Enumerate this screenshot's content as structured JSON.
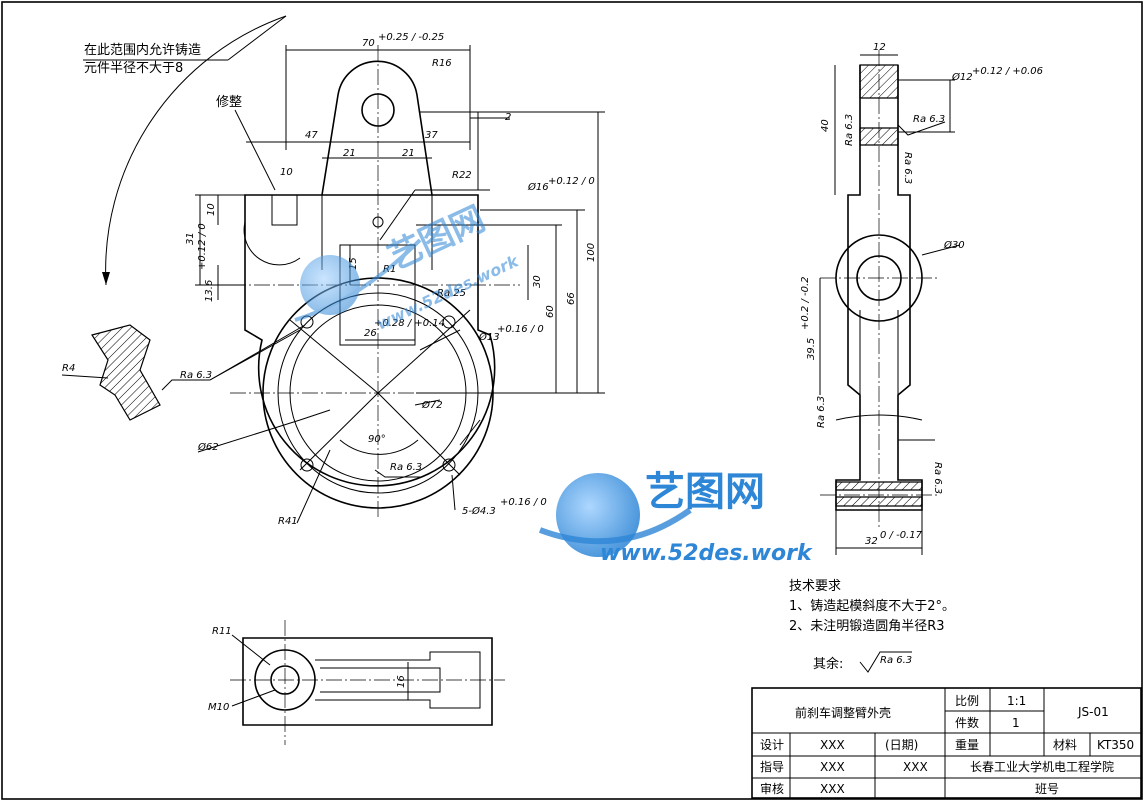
{
  "notes": {
    "cast_limit_line1": "在此范围内允许铸造",
    "cast_limit_line2": "元件半径不大于8",
    "trim": "修整"
  },
  "dims": {
    "top_width": "70",
    "top_width_tol": "+0.25 / -0.25",
    "r16": "R16",
    "d2": "2",
    "d47": "47",
    "d37": "37",
    "d21a": "21",
    "d21b": "21",
    "d10h": "10",
    "d10v": "10",
    "d31": "31",
    "r22": "R22",
    "phi16": "Ø16",
    "phi16_tol": "+0.12 / 0",
    "d15": "15",
    "r1": "R1",
    "d13_6": "13.6",
    "d13_6_tol": "+0.12 / 0",
    "ra25": "Ra 25",
    "d30": "30",
    "d60": "60",
    "d66": "66",
    "d100": "100",
    "d26": "26",
    "d26_tol": "+0.28 / +0.14",
    "phi13": "Ø13",
    "phi13_tol": "+0.16 / 0",
    "r4": "R4",
    "ra63_a": "Ra 6.3",
    "phi72": "Ø72",
    "phi62": "Ø62",
    "angle90": "90°",
    "ra63_b": "Ra 6.3",
    "r41": "R41",
    "holes": "5-Ø4.3",
    "holes_tol": "+0.16 / 0",
    "d12": "12",
    "phi12": "Ø12",
    "phi12_tol": "+0.12 / +0.06",
    "d40": "40",
    "ra63_c": "Ra 6.3",
    "ra63_d": "Ra 6.3",
    "ra63_e": "Ra 6.3",
    "phi30": "Ø30",
    "d39_5": "39.5",
    "d39_5_tol": "+0.2 / -0.2",
    "ra63_f": "Ra 6.3",
    "ra63_g": "Ra 6.3",
    "d32": "32",
    "d32_tol": "0 / -0.17",
    "r11": "R11",
    "d16": "16",
    "m10": "M10"
  },
  "tech": {
    "title": "技术要求",
    "item1": "1、铸造起模斜度不大于2°。",
    "item2": "2、未注明锻造圆角半径R3",
    "rest_label": "其余:",
    "rest_ra": "Ra 6.3"
  },
  "watermark": {
    "brand": "艺图网",
    "url": "www.52des.work"
  },
  "title_block": {
    "part_name": "前刹车调整臂外壳",
    "scale_label": "比例",
    "scale_value": "1:1",
    "qty_label": "件数",
    "qty_value": "1",
    "drawing_no": "JS-01",
    "design_label": "设计",
    "design_name": "XXX",
    "date_label": "(日期)",
    "weight_label": "重量",
    "material_label": "材料",
    "material_value": "KT350",
    "guide_label": "指导",
    "guide_name": "XXX",
    "guide_date": "XXX",
    "school": "长春工业大学机电工程学院",
    "review_label": "审核",
    "review_name": "XXX",
    "class_label": "班号"
  },
  "colors": {
    "line": "#000000",
    "watermark": "#2e86d6"
  }
}
